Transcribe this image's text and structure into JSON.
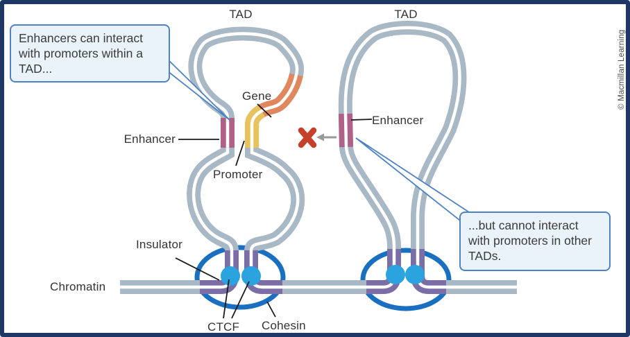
{
  "credit": "© Macmillan Learning",
  "callouts": {
    "left": "Enhancers can interact with promoters within a TAD...",
    "right": "...but cannot interact with promoters in other TADs."
  },
  "labels": {
    "tad_left": "TAD",
    "tad_right": "TAD",
    "gene": "Gene",
    "enhancer_left": "Enhancer",
    "enhancer_right": "Enhancer",
    "promoter": "Promoter",
    "insulator": "Insulator",
    "chromatin": "Chromatin",
    "ctcf": "CTCF",
    "cohesin": "Cohesin"
  },
  "colors": {
    "frame_border": "#1e3765",
    "chromatin_tube": "#a9b8c5",
    "insulator_purple": "#7b6ea6",
    "enhancer_mauve": "#b06187",
    "promoter_yellow": "#e8c35c",
    "gene_orange": "#e0875e",
    "ctcf_blue": "#2aa3de",
    "cohesin_ring_blue": "#1a6fc0",
    "blocked_x_red": "#c5402a",
    "arrow_gray": "#999999",
    "callout_fill": "#eaf2fa",
    "callout_border": "#4d82c3",
    "label_text": "#333333"
  }
}
